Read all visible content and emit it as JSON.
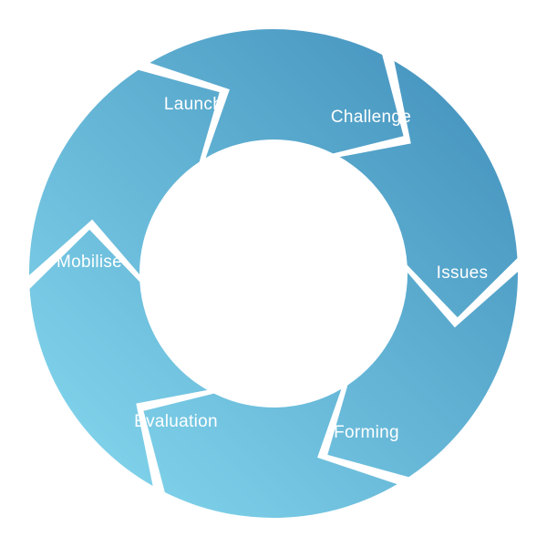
{
  "diagram": {
    "type": "cycle",
    "segments": [
      {
        "label": "Launch"
      },
      {
        "label": "Challenge"
      },
      {
        "label": "Issues"
      },
      {
        "label": "Forming"
      },
      {
        "label": "Evaluation"
      },
      {
        "label": "Mobilise"
      }
    ],
    "colors": {
      "gradient_start": "#86d9ef",
      "gradient_end": "#3f8dba",
      "background": "#ffffff"
    }
  }
}
